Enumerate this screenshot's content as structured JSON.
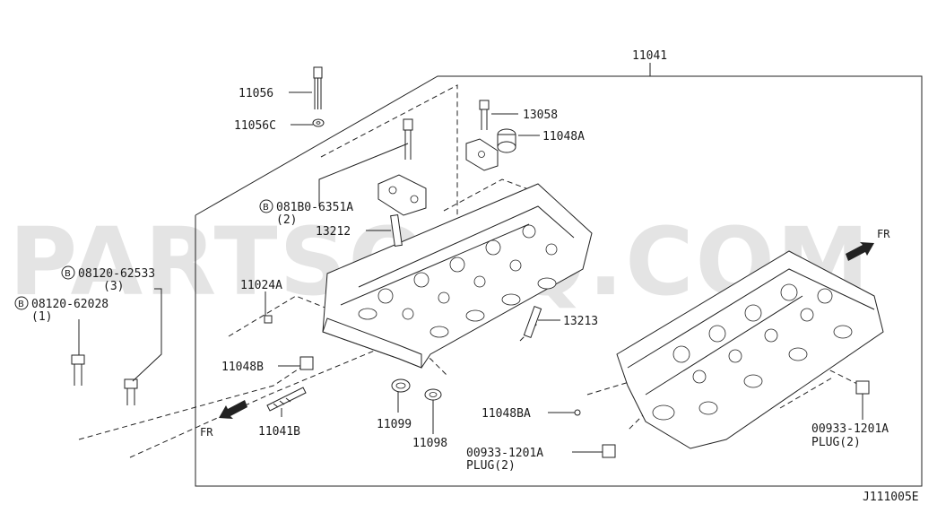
{
  "watermark": "PARTSOUQ.COM",
  "diagram_code": "J111005E",
  "assembly_label": "11041",
  "direction_label_right": "FR",
  "direction_label_left": "FR",
  "circled_prefix": "B",
  "callouts": {
    "p11056": "11056",
    "p11056c": "11056C",
    "p13058": "13058",
    "p11048a": "11048A",
    "p081b0": "081B0-6351A",
    "p081b0_qty": "(2)",
    "p13212": "13212",
    "p08120_62533": "08120-62533",
    "p08120_62533_qty": "(3)",
    "p08120_62028": "08120-62028",
    "p08120_62028_qty": "(1)",
    "p11024a": "11024A",
    "p13213": "13213",
    "p11048b": "11048B",
    "p11041b": "11041B",
    "p11099": "11099",
    "p11098": "11098",
    "p11048ba": "11048BA",
    "plug_left_num": "00933-1201A",
    "plug_left_name": "PLUG(2)",
    "plug_right_num": "00933-1201A",
    "plug_right_name": "PLUG(2)"
  }
}
